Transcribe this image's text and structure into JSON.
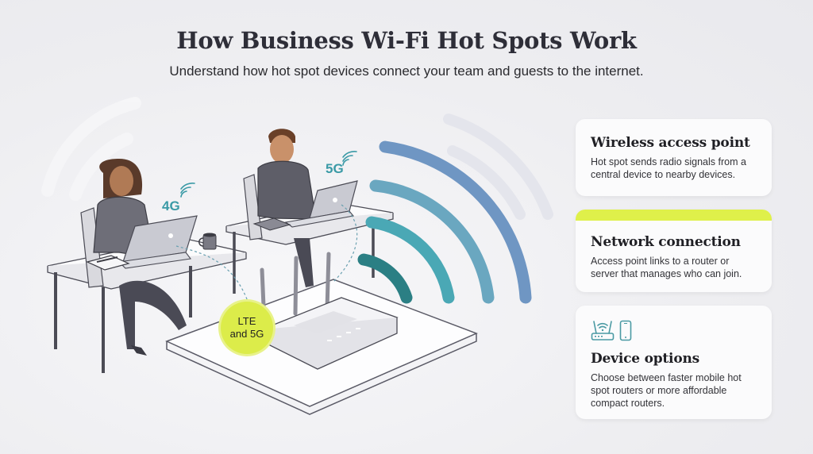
{
  "header": {
    "title": "How Business Wi-Fi Hot Spots Work",
    "subtitle": "Understand how hot spot devices connect your team and guests to the internet."
  },
  "illustration": {
    "labels": {
      "left_laptop_signal": "4G",
      "right_laptop_signal": "5G",
      "router_badge_line1": "LTE",
      "router_badge_line2": "and 5G"
    },
    "icons": [
      "person-woman-at-desk",
      "person-man-at-desk",
      "laptop-icon",
      "router-icon",
      "wifi-waves-icon",
      "coffee-mug-icon",
      "notebook-icon"
    ],
    "colors": {
      "wave1": "#2b7f84",
      "wave2": "#4aa8b5",
      "wave3": "#6aa7c0",
      "wave4": "#6f96c3",
      "badge": "#dcec4a"
    }
  },
  "cards": [
    {
      "title": "Wireless access point",
      "body": "Hot spot sends radio signals from a central device to nearby devices."
    },
    {
      "title": "Network connection",
      "body": "Access point links to a router or server that manages who can join.",
      "accent": "#dff04a"
    },
    {
      "title": "Device options",
      "body": "Choose between faster mobile hot spot routers or more affordable compact routers.",
      "icons": [
        "router-icon",
        "phone-icon"
      ]
    }
  ]
}
